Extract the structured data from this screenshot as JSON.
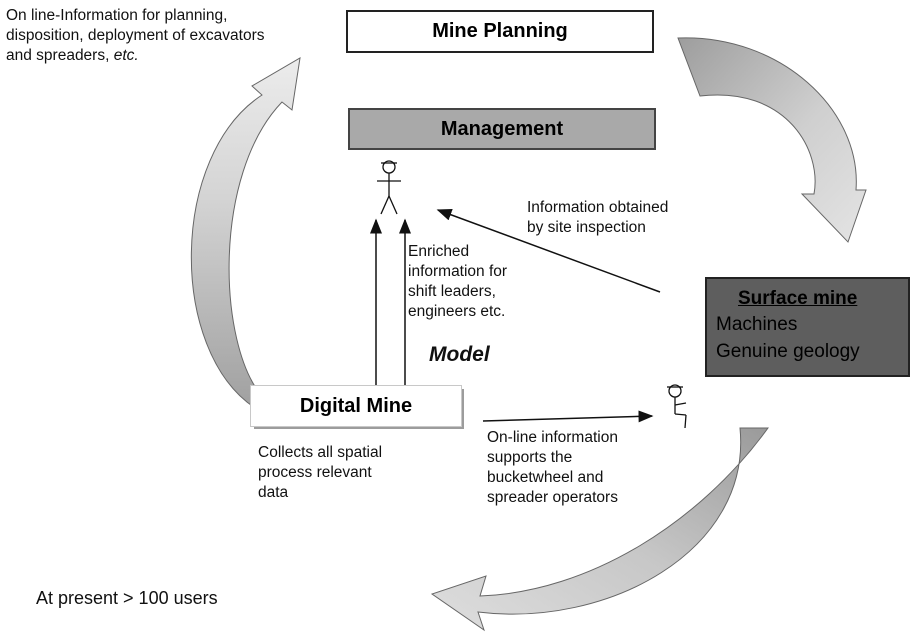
{
  "boxes": {
    "mine_planning": "Mine Planning",
    "management": "Management",
    "digital_mine": "Digital Mine",
    "surface_mine": {
      "title": "Surface mine",
      "line1": "Machines",
      "line2": "Genuine geology"
    }
  },
  "annotations": {
    "online_planning": {
      "line1": "On line-Information for planning,",
      "line2": "disposition, deployment of excavators",
      "line3_prefix": "and spreaders, ",
      "line3_italic": "etc."
    },
    "site_inspection": {
      "line1": "Information obtained",
      "line2": "by site inspection"
    },
    "enriched": {
      "line1": "Enriched",
      "line2": "information for",
      "line3": "shift leaders,",
      "line4": "engineers etc."
    },
    "model": "Model",
    "collects": {
      "line1": "Collects all spatial",
      "line2": "process relevant",
      "line3": "data"
    },
    "online_operators": {
      "line1": "On-line information",
      "line2": "supports the",
      "line3": "bucketwheel and",
      "line4": "spreader operators"
    },
    "users": "At present > 100 users"
  },
  "colors": {
    "management_fill": "#a9a9a9",
    "surface_mine_fill": "#5e5e5e",
    "arrow_fill": "#d7d7d7",
    "arrow_shade": "#9a9a9a",
    "line_color": "#111111"
  }
}
